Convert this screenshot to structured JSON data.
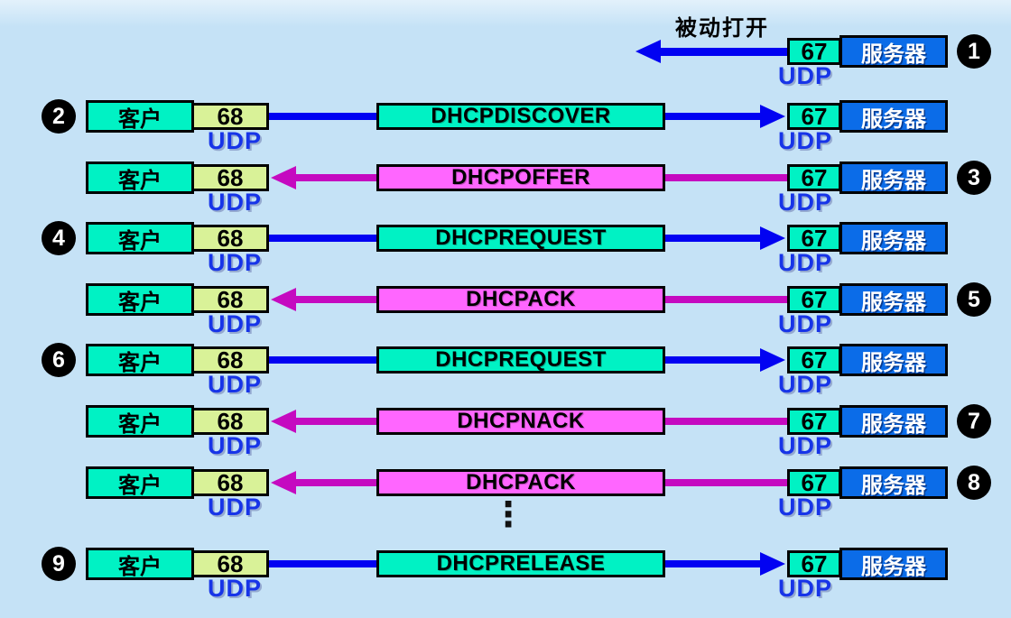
{
  "labels": {
    "client": "客户",
    "server": "服务器",
    "client_port": "68",
    "server_port": "67",
    "udp": "UDP",
    "passive_open": "被动打开",
    "ellipsis": "⋮"
  },
  "colors": {
    "background": "#C5E2F6",
    "client_box": "#00F2C4",
    "client_port_box": "#D9F298",
    "server_box": "#0B6CE8",
    "server_port_box": "#00F2C4",
    "request_message_box": "#00F2C4",
    "reply_message_box": "#FF66FF",
    "client_to_server_arrow": "#0202F2",
    "server_to_client_arrow": "#C50AC0",
    "udp_text": "#1734E8",
    "step_badge": "#000000"
  },
  "steps": [
    {
      "step": "1",
      "badge_side": "right",
      "message": "",
      "direction": "to_client",
      "note": "被动打开"
    },
    {
      "step": "2",
      "badge_side": "left",
      "message": "DHCPDISCOVER",
      "direction": "to_server"
    },
    {
      "step": "3",
      "badge_side": "right",
      "message": "DHCPOFFER",
      "direction": "to_client"
    },
    {
      "step": "4",
      "badge_side": "left",
      "message": "DHCPREQUEST",
      "direction": "to_server"
    },
    {
      "step": "5",
      "badge_side": "right",
      "message": "DHCPACK",
      "direction": "to_client"
    },
    {
      "step": "6",
      "badge_side": "left",
      "message": "DHCPREQUEST",
      "direction": "to_server"
    },
    {
      "step": "7",
      "badge_side": "right",
      "message": "DHCPNACK",
      "direction": "to_client"
    },
    {
      "step": "8",
      "badge_side": "right",
      "message": "DHCPACK",
      "direction": "to_client"
    },
    {
      "step": "9",
      "badge_side": "left",
      "message": "DHCPRELEASE",
      "direction": "to_server"
    }
  ]
}
